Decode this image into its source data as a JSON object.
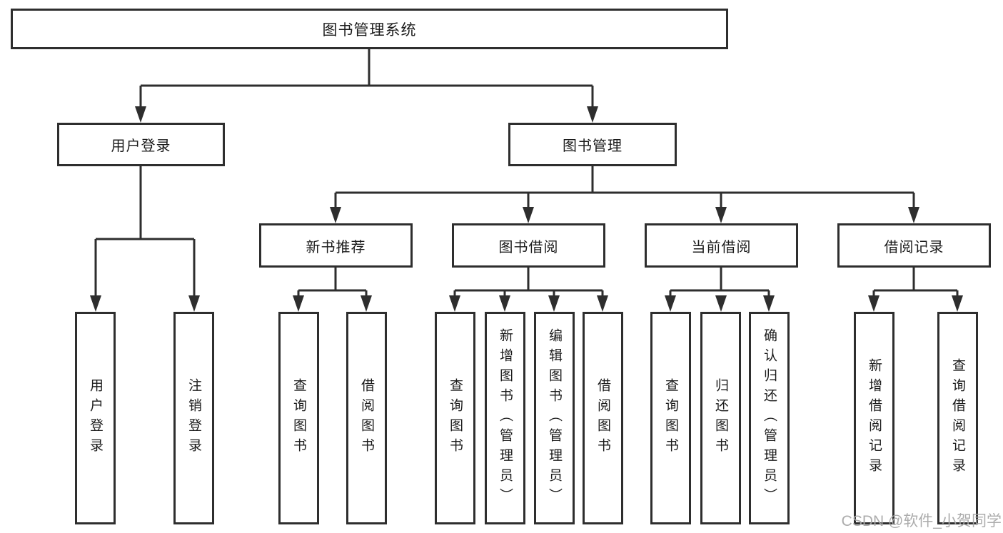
{
  "root": {
    "label": "图书管理系统"
  },
  "branches": {
    "user_login": {
      "label": "用户登录",
      "children": {
        "login": {
          "label": "用户登录"
        },
        "logout": {
          "label": "注销登录"
        }
      }
    },
    "book_management": {
      "label": "图书管理",
      "children": {
        "new_book_recommend": {
          "label": "新书推荐",
          "children": {
            "query_books": {
              "label": "查询图书"
            },
            "borrow_books": {
              "label": "借阅图书"
            }
          }
        },
        "book_borrowing": {
          "label": "图书借阅",
          "children": {
            "query_books": {
              "label": "查询图书"
            },
            "add_books": {
              "label": "新增图书（管理员）"
            },
            "edit_books": {
              "label": "编辑图书（管理员）"
            },
            "borrow_books": {
              "label": "借阅图书"
            }
          }
        },
        "current_borrowing": {
          "label": "当前借阅",
          "children": {
            "query_books": {
              "label": "查询图书"
            },
            "return_books": {
              "label": "归还图书"
            },
            "confirm_return": {
              "label": "确认归还（管理员）"
            }
          }
        },
        "borrowing_records": {
          "label": "借阅记录",
          "children": {
            "add_record": {
              "label": "新增借阅记录"
            },
            "query_record": {
              "label": "查询借阅记录"
            }
          }
        }
      }
    }
  },
  "watermark": {
    "text": "CSDN @软件_小贺同学"
  },
  "colors": {
    "line": "#2e2e2e",
    "box_border": "#2e2e2e",
    "text": "#1b1b1b",
    "watermark": "#a8a8a8",
    "background": "#ffffff"
  }
}
